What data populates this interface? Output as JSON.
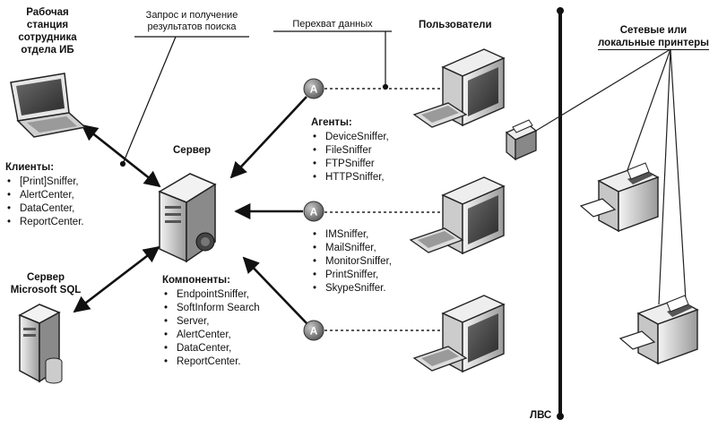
{
  "workstation": {
    "title_lines": [
      "Рабочая",
      "станция",
      "сотрудника",
      "отдела ИБ"
    ]
  },
  "clients": {
    "title": "Клиенты:",
    "items": [
      "[Print]Sniffer,",
      "AlertCenter,",
      "DataCenter,",
      "ReportCenter."
    ]
  },
  "sql_server": {
    "title_lines": [
      "Сервер",
      "Microsoft SQL"
    ]
  },
  "search_callout": {
    "lines": [
      "Запрос и получение",
      "результатов поиска"
    ]
  },
  "server": {
    "title": "Сервер"
  },
  "components": {
    "title": "Компоненты:",
    "items": [
      "EndpointSniffer,",
      "SoftInform Search",
      "Server,",
      "AlertCenter,",
      "DataCenter,",
      "ReportCenter."
    ]
  },
  "intercept_callout": {
    "label": "Перехват данных"
  },
  "users": {
    "title": "Пользователи"
  },
  "agents": {
    "title": "Агенты:",
    "items_top": [
      "DeviceSniffer,",
      "FileSniffer",
      "FTPSniffer",
      "HTTPSniffer,"
    ],
    "items_bottom": [
      "IMSniffer,",
      "MailSniffer,",
      "MonitorSniffer,",
      "PrintSniffer,",
      "SkypeSniffer."
    ]
  },
  "agent_badge": {
    "letter": "A"
  },
  "printers": {
    "title_lines": [
      "Сетевые или",
      "локальные принтеры"
    ]
  },
  "lan": {
    "label": "ЛВС"
  }
}
